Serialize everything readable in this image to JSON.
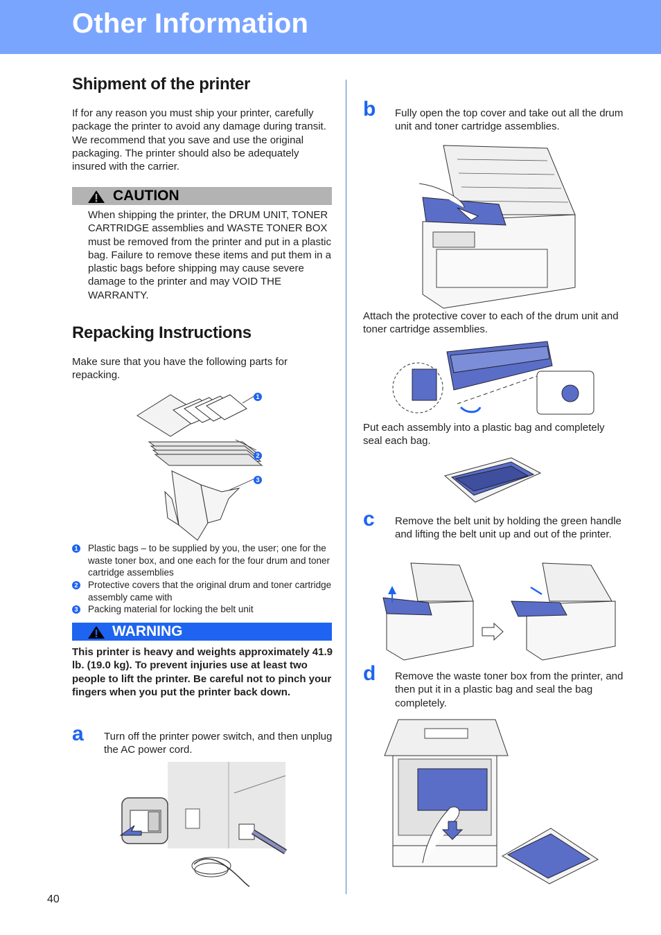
{
  "header": {
    "title": "Other Information"
  },
  "shipment": {
    "heading": "Shipment of the printer",
    "intro": "If for any reason you must ship your printer, carefully package the printer to avoid any damage during transit. We recommend that you save and use the original packaging. The printer should also be adequately insured with the carrier.",
    "caution_label": "CAUTION",
    "caution_text": "When shipping the printer, the DRUM UNIT, TONER CARTRIDGE assemblies and WASTE TONER BOX must be removed from the printer and put in a plastic bag. Failure to remove these items and put them in a plastic bags before shipping may cause severe damage to the printer and may VOID THE WARRANTY."
  },
  "repacking": {
    "heading": "Repacking Instructions",
    "intro": "Make sure that you have the following parts for repacking.",
    "legend": [
      {
        "num": "1",
        "text": "Plastic bags – to be supplied by you, the user; one for the waste toner box, and one each for the four drum and toner cartridge assemblies"
      },
      {
        "num": "2",
        "text": "Protective covers that the original drum and toner cartridge assembly came with"
      },
      {
        "num": "3",
        "text": "Packing material for locking the belt unit"
      }
    ],
    "warning_label": "WARNING",
    "warning_text": "This printer is heavy and weights approximately 41.9 lb. (19.0 kg). To prevent injuries use at least two people to lift the printer. Be careful not to pinch your fingers when you put the printer back down."
  },
  "steps": {
    "a": {
      "letter": "a",
      "text": "Turn off the printer power switch, and then unplug the AC power cord."
    },
    "b": {
      "letter": "b",
      "text": "Fully open the top cover and take out all the drum unit and toner cartridge assemblies.",
      "text2": "Attach the protective cover to each of the drum unit and toner cartridge assemblies.",
      "text3": "Put each assembly into a plastic bag and completely seal each bag."
    },
    "c": {
      "letter": "c",
      "text": "Remove the belt unit by holding the green handle and lifting the belt unit up and out of the printer."
    },
    "d": {
      "letter": "d",
      "text": "Remove the waste toner box from the printer, and then put it in a plastic bag and seal the bag completely."
    }
  },
  "page_number": "40",
  "colors": {
    "banner": "#7aa5ff",
    "accent": "#1e64f0",
    "caution_bar": "#b3b3b3",
    "part_blue": "#5a6ec8"
  }
}
